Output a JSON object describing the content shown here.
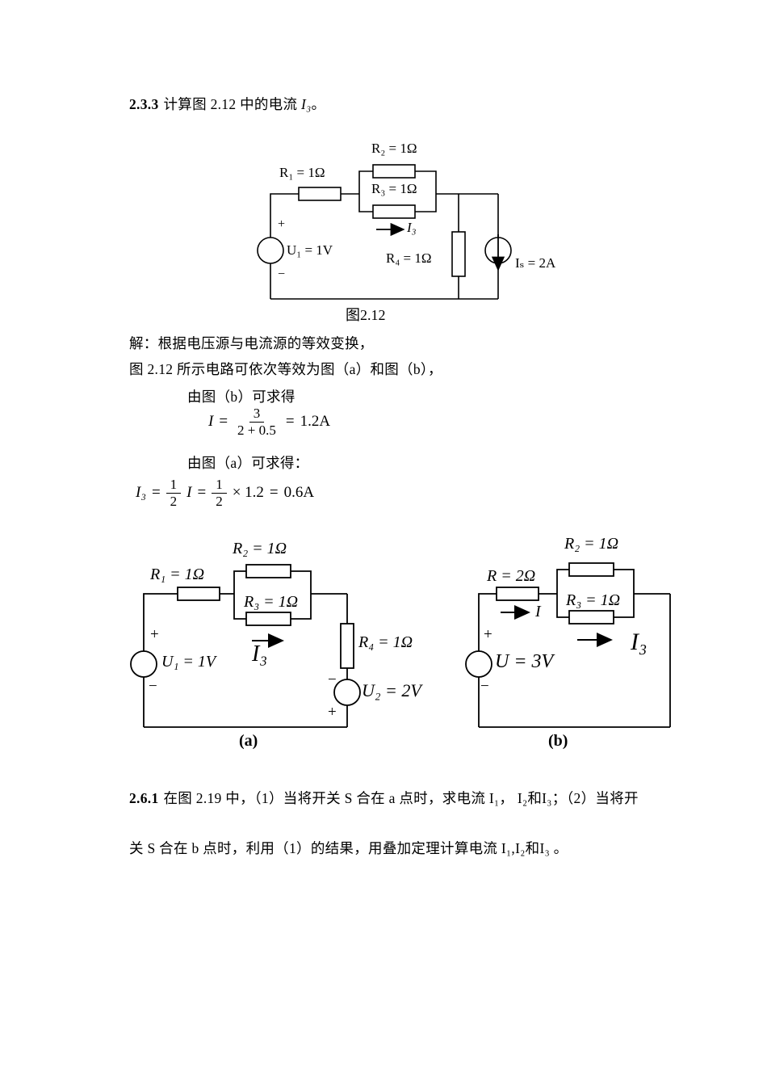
{
  "p233": {
    "num": "2.3.3",
    "body": "计算图 2.12 中的电流",
    "var": "I₃",
    "tail": "。"
  },
  "fig212": {
    "r1": "R₁ = 1Ω",
    "r2": "R₂ = 1Ω",
    "r3": "R₃ = 1Ω",
    "r4": "R₄ = 1Ω",
    "i3": "I₃",
    "u1": "U₁ = 1V",
    "is": "Iₛ = 2A",
    "plus": "+",
    "minus": "−",
    "caption": "图2.12"
  },
  "solution": {
    "line1": "解：根据电压源与电流源的等效变换，",
    "line2": "图 2.12 所示电路可依次等效为图（a）和图（b），",
    "line3": "由图（b）可求得",
    "eq1": {
      "var": "I",
      "eq": "=",
      "num": "3",
      "den": "2 + 0.5",
      "eq2": "=",
      "result": "1.2A"
    },
    "line4": "由图（a）可求得：",
    "eq2": {
      "var": "I₃",
      "eq": "=",
      "f1num": "1",
      "f1den": "2",
      "mid": "I",
      "eq2": "=",
      "f2num": "1",
      "f2den": "2",
      "times": "× 1.2",
      "eq3": "=",
      "result": "0.6A"
    }
  },
  "figa": {
    "r1": "R₁ = 1Ω",
    "r2": "R₂ = 1Ω",
    "r3": "R₃ = 1Ω",
    "r4": "R₄ = 1Ω",
    "i3": "I₃",
    "u1": "U₁ = 1V",
    "u2": "U₂ = 2V",
    "plus": "+",
    "minus": "−",
    "caption": "(a)"
  },
  "figb": {
    "r": "R = 2Ω",
    "r2": "R₂ = 1Ω",
    "r3": "R₃ = 1Ω",
    "i": "I",
    "i3": "I₃",
    "u": "U = 3V",
    "plus": "+",
    "minus": "−",
    "caption": "(b)"
  },
  "p261": {
    "num": "2.6.1",
    "line1": "在图 2.19 中，（1）当将开关 S 合在 a 点时，求电流 I₁， I₂和I₃；（2）当将开",
    "line2": "关 S 合在 b 点时，利用（1）的结果，用叠加定理计算电流 I₁,I₂和I₃ 。"
  }
}
